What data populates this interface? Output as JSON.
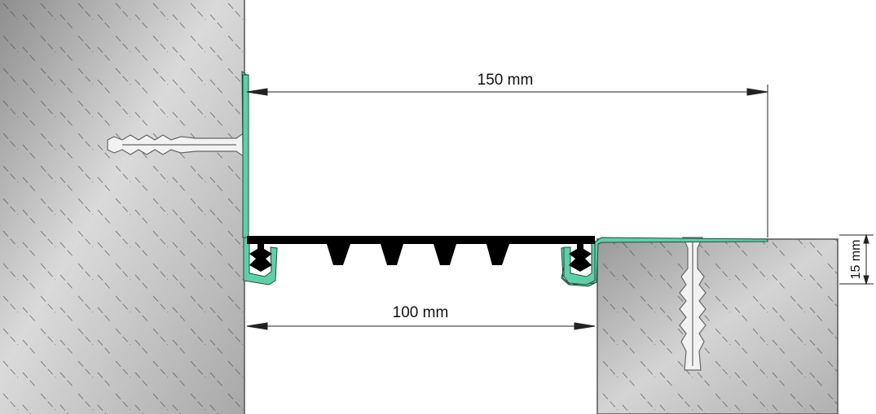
{
  "dimensions": {
    "total_width": "150 mm",
    "gap_width": "100 mm",
    "height": "15 mm"
  },
  "colors": {
    "profile_green": "#5fcfa8",
    "seal_black": "#000000",
    "concrete_gray": "#bdbdbd"
  }
}
